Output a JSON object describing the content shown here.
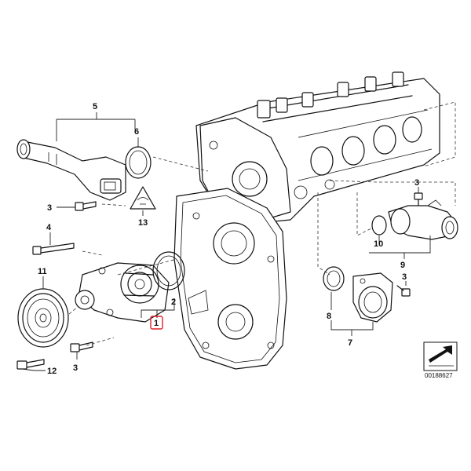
{
  "diagram": {
    "document_number": "00188627",
    "highlight_color": "#e0202a",
    "callouts": {
      "c1": "1",
      "c2": "2",
      "c3a": "3",
      "c3b": "3",
      "c3c": "3",
      "c3d": "3",
      "c4": "4",
      "c5": "5",
      "c6": "6",
      "c7": "7",
      "c8": "8",
      "c9": "9",
      "c10": "10",
      "c11": "11",
      "c12": "12",
      "c13": "13"
    },
    "icons": {
      "warning": "warning-triangle-icon",
      "orientation": "view-direction-arrow-icon"
    }
  }
}
